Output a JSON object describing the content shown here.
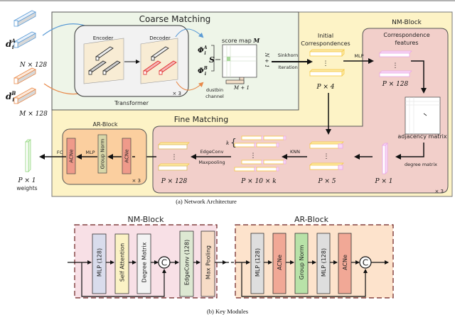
{
  "figure": {
    "caption_a": "(a)  Network Architecture",
    "caption_b": "(b)  Key Modules"
  },
  "inputs": {
    "desc_a": "d",
    "desc_a_sup": "A",
    "desc_a_sub": "i",
    "desc_a_dim": "N × 128",
    "desc_b": "d",
    "desc_b_sup": "B",
    "desc_b_sub": "i",
    "desc_b_dim": "M × 128"
  },
  "coarse": {
    "title": "Coarse Matching",
    "encoder": "Encoder",
    "decoder": "Decoder",
    "transformer": "Transformer",
    "repeat": "× 3",
    "phi": "Φ",
    "phi_a_sup": "A",
    "phi_b_sup": "B",
    "phi_sub": "i",
    "s": "S",
    "score_map": "score map ",
    "score_map_m": "M",
    "dustbin_1": "dustbin",
    "dustbin_2": "channel",
    "m_plus_1": "M + 1",
    "n_plus_1": "N + 1",
    "sinkhorn_1": "Sinkhorn",
    "sinkhorn_2": "Iteration",
    "initial_1": "Initial",
    "initial_2": "Correspondences",
    "p4": "P × 4",
    "mlp": "MLP"
  },
  "nm": {
    "title": "NM-Block",
    "features_1": "Correspondence",
    "features_2": "features",
    "p128": "P × 128",
    "adjacency": "adjacency matrix",
    "degree": "degree matrix",
    "p1": "P × 1",
    "repeat": "× 3"
  },
  "fine": {
    "title": "Fine Matching",
    "knn": "KNN",
    "p5": "P × 5",
    "k": "k",
    "p10k": "P × 10 × k",
    "edgeconv": "EdgeConv",
    "maxpooling": "Maxpooling",
    "p128": "P × 128"
  },
  "ar": {
    "title": "AR-Block",
    "acne": "ACNe",
    "group_norm": "Group Norm",
    "mlp": "MLP",
    "fc": "FC",
    "repeat": "× 3",
    "p1": "P × 1",
    "weights": "weights"
  },
  "key_nm": {
    "title": "NM-Block",
    "blocks": [
      "MLP (128)",
      "Self Attention",
      "Degree Matrix",
      "EdgeConv (128)",
      "Max Pooling"
    ],
    "concat": "C"
  },
  "key_ar": {
    "title": "AR-Block",
    "blocks": [
      "MLP (128)",
      "ACNe",
      "Group Norm",
      "MLP (128)",
      "ACNe"
    ],
    "concat": "C"
  },
  "colors": {
    "coarse_bg": "#eef5e8",
    "outer_bg": "#fdf3c6",
    "nm_bg": "#f2cfca",
    "ar_bg": "#fbcf9f",
    "acne": "#ef9a8a",
    "group_norm": "#d8d6a8",
    "key_nm_bg": "#f8e0e6",
    "key_ar_bg": "#fde3cc",
    "blue": "#5b9bd5",
    "orange": "#e8894a",
    "yellow": "#f5c842",
    "pink": "#e9a3e6"
  }
}
